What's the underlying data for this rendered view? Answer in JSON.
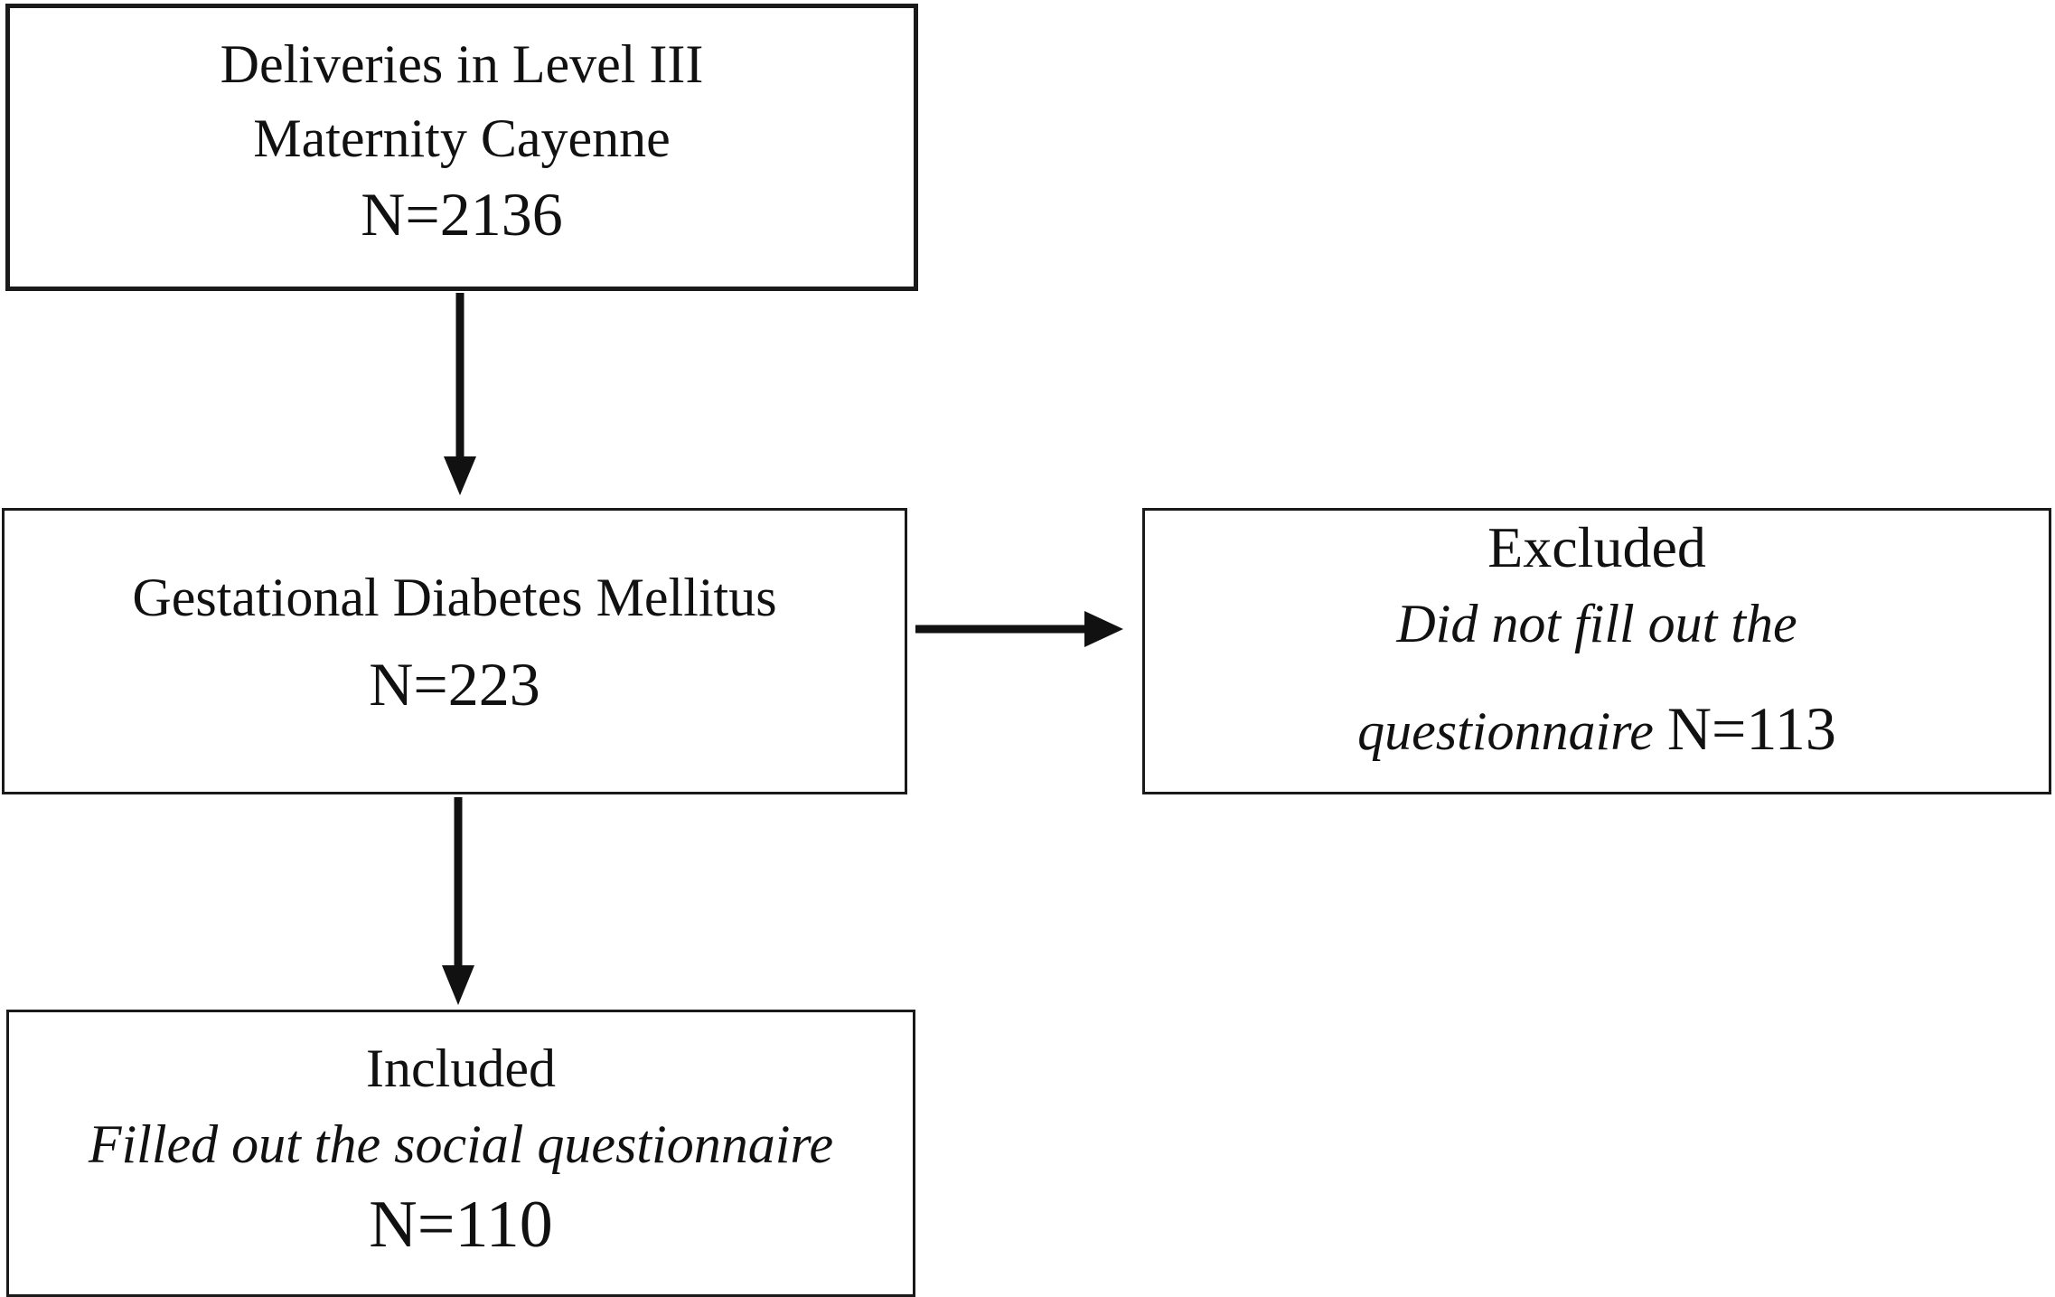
{
  "flowchart": {
    "deliveries": {
      "line1": "Deliveries in Level III",
      "line2": "Maternity Cayenne",
      "count": "N=2136"
    },
    "gestational_diabetes": {
      "line1": "Gestational Diabetes Mellitus",
      "count": "N=223"
    },
    "excluded": {
      "title": "Excluded",
      "reason_line1": "Did not fill out the",
      "reason_line2": "questionnaire",
      "count": "N=113"
    },
    "included": {
      "title": "Included",
      "reason": "Filled out the social questionnaire",
      "count": "N=110"
    }
  },
  "colors": {
    "stroke": "#1a1a1a",
    "background": "#ffffff",
    "text": "#111111"
  }
}
